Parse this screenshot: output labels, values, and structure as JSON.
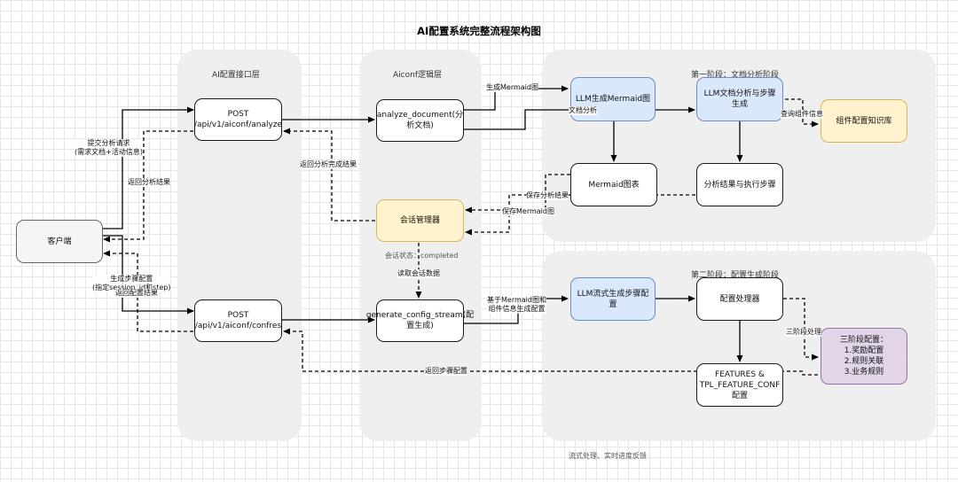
{
  "title": "AI配置系统完整流程架构图",
  "lanes": {
    "api": "AI配置接口层",
    "logic": "Aiconf逻辑层",
    "stage1": "第一阶段：文档分析阶段",
    "stage2": "第二阶段：配置生成阶段"
  },
  "nodes": {
    "client": "客户端",
    "post_analyze": "POST\n/api/v1/aiconf/analyze",
    "analyze_document": "analyze_document(分\n析文档)",
    "session_manager": "会话管理器",
    "generate_config_stream": "generate_config_stream(配\n置生成)",
    "post_confres": "POST\n/api/v1/aiconf/confres",
    "llm_mermaid": "LLM生成Mermaid图",
    "llm_doc_analysis": "LLM文档分析与步骤\n生成",
    "component_kb": "组件配置知识库",
    "mermaid_chart": "Mermaid图表",
    "analysis_steps": "分析结果与执行步骤",
    "llm_stream_steps": "LLM流式生成步骤配\n置",
    "config_processor": "配置处理器",
    "features_conf": "FEATURES &\nTPL_FEATURE_CONF\n配置",
    "three_stage": "三阶段配置：\n1.奖励配置\n2.规则关联\n3.业务规则"
  },
  "edge_labels": {
    "submit_request": "提交分析请求\n(需求文档+活动信息)",
    "return_analysis": "返回分析结果",
    "return_analysis_done": "返回分析完成结果",
    "gen_mermaid": "生成Mermaid图",
    "doc_analysis": "文档分析",
    "query_component": "查询组件信息",
    "save_analysis": "保存分析结果",
    "save_mermaid": "保存Mermaid图",
    "session_status": "会话状态：completed",
    "read_session": "读取会话数据",
    "gen_step_config": "生成步骤配置\n(指定session_id和step)",
    "return_config": "返回配置结果",
    "based_on_mermaid": "基于Mermaid图和\n组件信息生成配置",
    "three_stage_proc": "三阶段处理",
    "return_step_config": "返回步骤配置",
    "footer": "流式处理、实时进度反馈"
  },
  "colors": {
    "blue_fill": "#dae8fc",
    "yellow_fill": "#fff2cc",
    "purple_fill": "#e1d5e7",
    "lane_fill": "#eeeeee",
    "line": "#000000"
  }
}
